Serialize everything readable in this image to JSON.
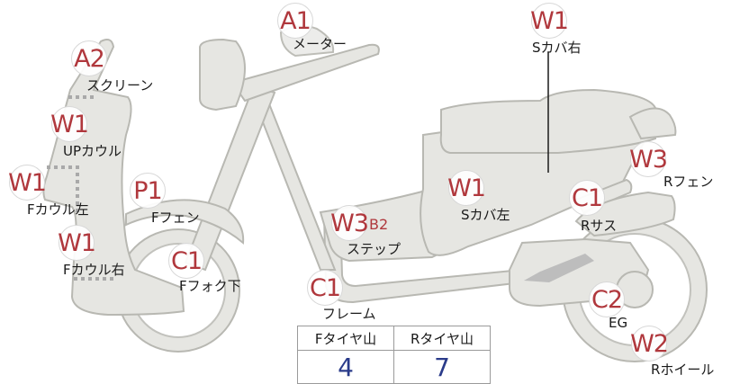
{
  "parts": [
    {
      "id": "a1-meter",
      "code": "A1",
      "label": "メーター"
    },
    {
      "id": "w1-s-cover-right",
      "code": "W1",
      "label": "Sカバ右"
    },
    {
      "id": "a2-screen",
      "code": "A2",
      "label": "スクリーン"
    },
    {
      "id": "w1-up-cowl",
      "code": "W1",
      "label": "UPカウル"
    },
    {
      "id": "w3-r-fender",
      "code": "W3",
      "label": "Rフェン"
    },
    {
      "id": "w1-f-cowl-left",
      "code": "W1",
      "label": "Fカウル左"
    },
    {
      "id": "p1-f-fender",
      "code": "P1",
      "label": "Fフェン"
    },
    {
      "id": "w1-s-cover-left",
      "code": "W1",
      "label": "Sカバ左"
    },
    {
      "id": "c1-r-suspension",
      "code": "C1",
      "label": "Rサス"
    },
    {
      "id": "w3-step",
      "code": "W3",
      "sub": "B2",
      "label": "ステップ"
    },
    {
      "id": "w1-f-cowl-right",
      "code": "W1",
      "label": "Fカウル右"
    },
    {
      "id": "c1-f-fork-lower",
      "code": "C1",
      "label": "Fフォク下"
    },
    {
      "id": "c1-frame",
      "code": "C1",
      "label": "フレーム"
    },
    {
      "id": "c2-engine",
      "code": "C2",
      "label": "EG"
    },
    {
      "id": "w2-r-wheel",
      "code": "W2",
      "label": "Rホイール"
    }
  ],
  "tread_table": {
    "headers": [
      "Fタイヤ山",
      "Rタイヤ山"
    ],
    "values": [
      "4",
      "7"
    ]
  }
}
